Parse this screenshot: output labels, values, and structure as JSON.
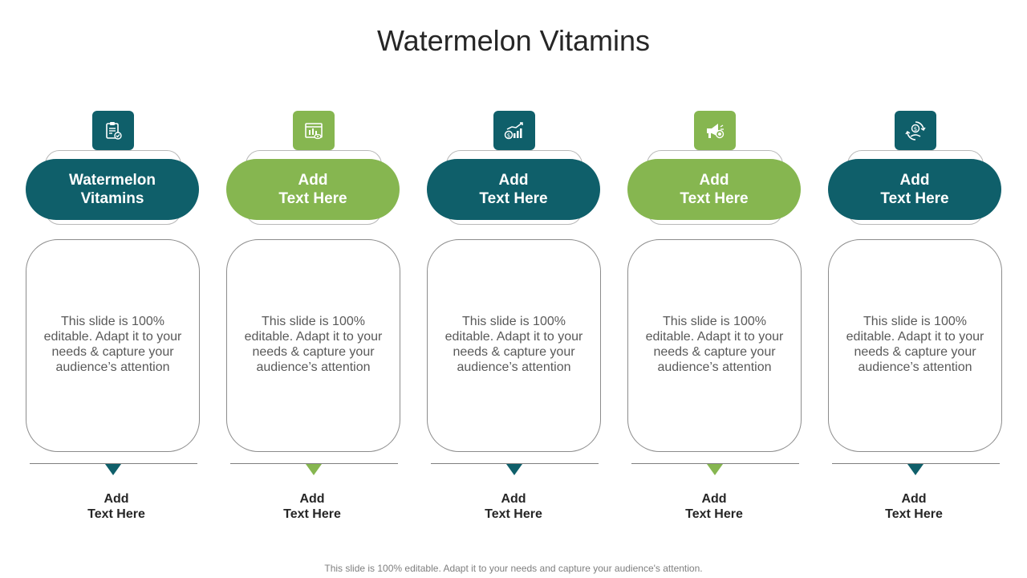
{
  "slide": {
    "title": "Watermelon Vitamins",
    "footer": "This slide is 100% editable. Adapt it to your needs and capture your audience's attention."
  },
  "colors": {
    "teal": "#0f5f6a",
    "green": "#86b650"
  },
  "columns": [
    {
      "icon": "clipboard-check-icon",
      "color": "teal",
      "heading": "Watermelon\nVitamins",
      "body": "This slide is 100% editable. Adapt it to your needs & capture your audience’s attention",
      "label": "Add\nText Here"
    },
    {
      "icon": "report-chart-eye-icon",
      "color": "green",
      "heading": "Add\nText Here",
      "body": "This slide is 100% editable. Adapt it to your needs & capture your audience’s attention",
      "label": "Add\nText Here"
    },
    {
      "icon": "money-growth-chart-icon",
      "color": "teal",
      "heading": "Add\nText Here",
      "body": "This slide is 100% editable. Adapt it to your needs & capture your audience’s attention",
      "label": "Add\nText Here"
    },
    {
      "icon": "megaphone-award-icon",
      "color": "green",
      "heading": "Add\nText Here",
      "body": "This slide is 100% editable. Adapt it to your needs & capture your audience’s attention",
      "label": "Add\nText Here"
    },
    {
      "icon": "dollar-cycle-icon",
      "color": "teal",
      "heading": "Add\nText Here",
      "body": "This slide is 100% editable. Adapt it to your needs & capture your audience’s attention",
      "label": "Add\nText Here"
    }
  ]
}
